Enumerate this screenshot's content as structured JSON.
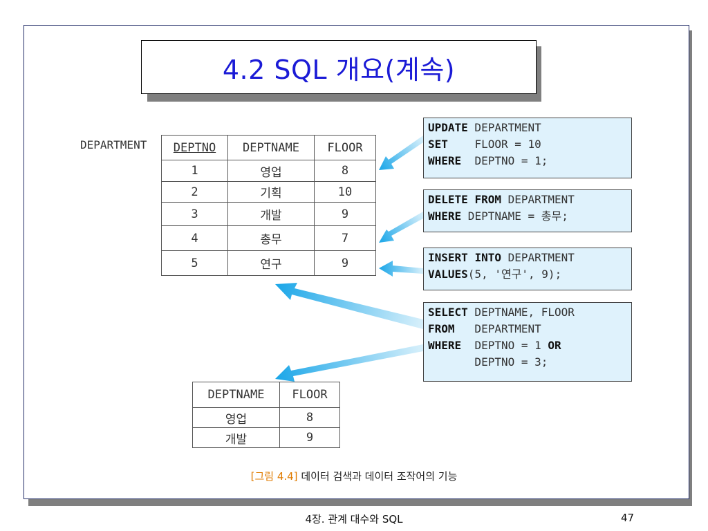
{
  "title": "4.2 SQL 개요(계속)",
  "department_label": "DEPARTMENT",
  "dept_table": {
    "headers": [
      "DEPTNO",
      "DEPTNAME",
      "FLOOR"
    ],
    "rows": [
      [
        "1",
        "영업",
        "8"
      ],
      [
        "2",
        "기획",
        "10"
      ],
      [
        "3",
        "개발",
        "9"
      ],
      [
        "4",
        "총무",
        "7"
      ],
      [
        "5",
        "연구",
        "9"
      ]
    ]
  },
  "result_table": {
    "headers": [
      "DEPTNAME",
      "FLOOR"
    ],
    "rows": [
      [
        "영업",
        "8"
      ],
      [
        "개발",
        "9"
      ]
    ]
  },
  "queries": {
    "update": [
      {
        "kw": "UPDATE",
        "rest": " DEPARTMENT"
      },
      {
        "kw": "SET",
        "rest": "    FLOOR = 10"
      },
      {
        "kw": "WHERE",
        "rest": "  DEPTNO = 1;"
      }
    ],
    "delete": [
      {
        "kw": "DELETE",
        "kw2": "FROM",
        "rest": " DEPARTMENT",
        "sep": " "
      },
      {
        "kw": "WHERE",
        "rest": " DEPTNAME = 총무;"
      }
    ],
    "insert": [
      {
        "kw": "INSERT",
        "kw2": "INTO",
        "rest": " DEPARTMENT",
        "sep": " "
      },
      {
        "kw": "VALUES",
        "rest": "(5, '연구', 9);"
      }
    ],
    "select": [
      {
        "kw": "SELECT",
        "rest": " DEPTNAME, FLOOR"
      },
      {
        "kw": "FROM",
        "rest": "   DEPARTMENT"
      },
      {
        "kw": "WHERE",
        "rest": "  DEPTNO = 1 ",
        "kw3": "OR"
      },
      {
        "kw": "",
        "rest": "       DEPTNO = 3;"
      }
    ]
  },
  "caption": {
    "figure_label": "[그림 4.4]",
    "text": " 데이터 검색과 데이터 조작어의 기능"
  },
  "footer": {
    "chapter": "4장. 관계 대수와 SQL",
    "page_number": "47"
  },
  "colors": {
    "title": "#1b1bd6",
    "code_box_bg": "#dff2fc",
    "arrow": "#1aa6e8",
    "caption_label": "#e07b00"
  }
}
